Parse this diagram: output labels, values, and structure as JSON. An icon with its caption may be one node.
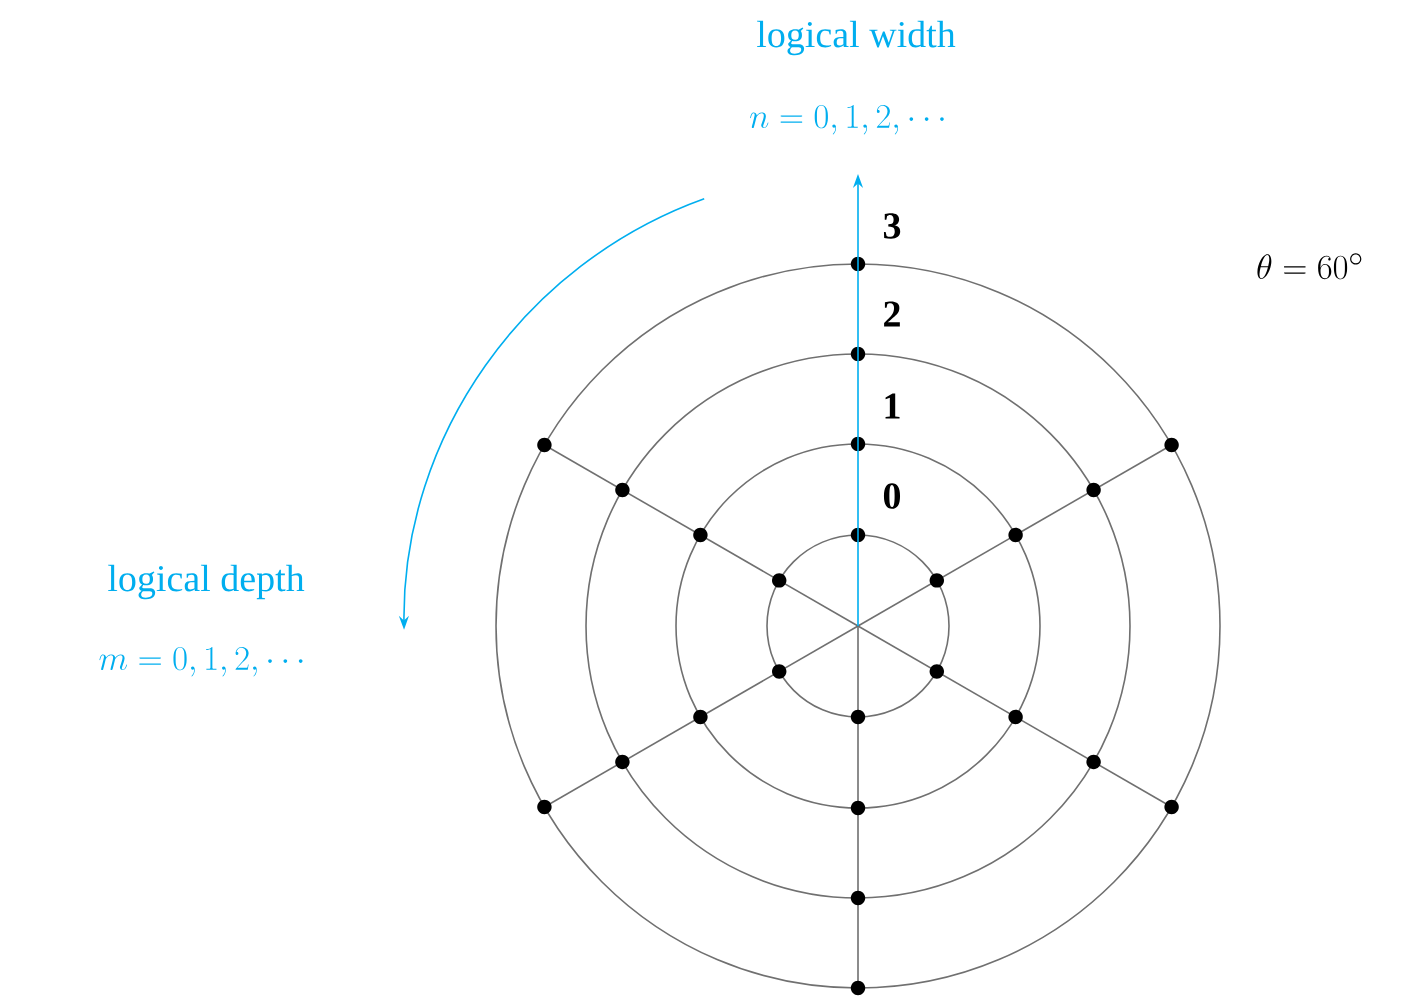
{
  "diagram": {
    "labels": [
      "logical width",
      "n=0,1,2,\\cdots",
      "3",
      "\\theta=60^\\circ",
      "2",
      "1",
      "0",
      "logical depth",
      "m=0,1,2,\\cdots"
    ]
  }
}
